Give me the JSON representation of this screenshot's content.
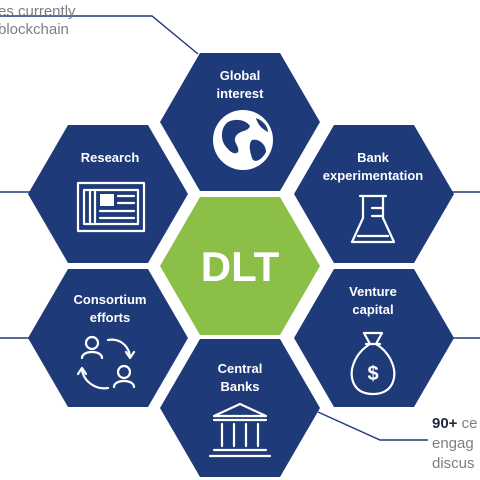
{
  "center": {
    "label": "DLT",
    "color": "#8cbf48"
  },
  "hex_color": "#1e3a78",
  "nodes": {
    "global": {
      "line1": "Global",
      "line2": "interest",
      "icon": "globe-icon"
    },
    "bank": {
      "line1": "Bank",
      "line2": "experimentation",
      "icon": "flask-icon"
    },
    "venture": {
      "line1": "Venture",
      "line2": "capital",
      "icon": "money-bag-icon"
    },
    "central": {
      "line1": "Central",
      "line2": "Banks",
      "icon": "bank-building-icon"
    },
    "consort": {
      "line1": "Consortium",
      "line2": "efforts",
      "icon": "people-cycle-icon"
    },
    "research": {
      "line1": "Research",
      "line2": "",
      "icon": "newspaper-icon"
    }
  },
  "callouts": {
    "top_left": {
      "line1": "es currently",
      "line2": "blockchain"
    },
    "bottom_right": {
      "strong": "90+",
      "line1_rest": " ce",
      "line2": "engag",
      "line3": "discus"
    }
  },
  "money_symbol": "$"
}
